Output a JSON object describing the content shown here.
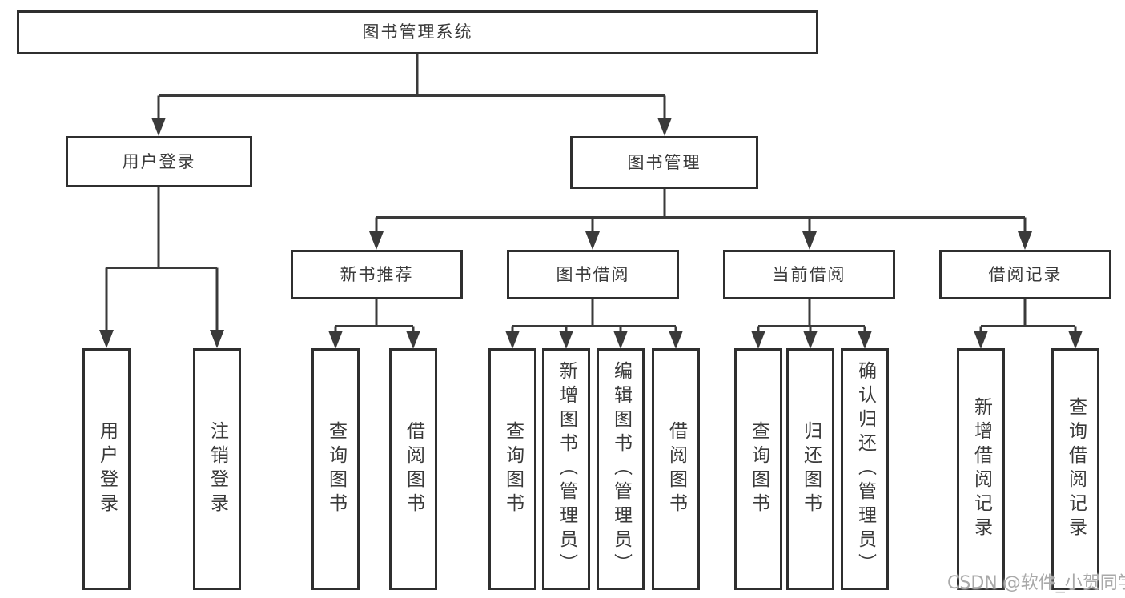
{
  "diagram": {
    "title": "图书管理系统",
    "root": {
      "label": "图书管理系统"
    },
    "level2": [
      {
        "label": "用户登录"
      },
      {
        "label": "图书管理"
      }
    ],
    "level3": [
      {
        "label": "新书推荐",
        "parent": "图书管理"
      },
      {
        "label": "图书借阅",
        "parent": "图书管理"
      },
      {
        "label": "当前借阅",
        "parent": "图书管理"
      },
      {
        "label": "借阅记录",
        "parent": "图书管理"
      }
    ],
    "leaves": [
      {
        "label": "用户登录",
        "parent": "用户登录"
      },
      {
        "label": "注销登录",
        "parent": "用户登录"
      },
      {
        "label": "查询图书",
        "parent": "新书推荐"
      },
      {
        "label": "借阅图书",
        "parent": "新书推荐"
      },
      {
        "label": "查询图书",
        "parent": "图书借阅"
      },
      {
        "label": "新增图书（管理员）",
        "parent": "图书借阅"
      },
      {
        "label": "编辑图书（管理员）",
        "parent": "图书借阅"
      },
      {
        "label": "借阅图书",
        "parent": "图书借阅"
      },
      {
        "label": "查询图书",
        "parent": "当前借阅"
      },
      {
        "label": "归还图书",
        "parent": "当前借阅"
      },
      {
        "label": "确认归还（管理员）",
        "parent": "当前借阅"
      },
      {
        "label": "新增借阅记录",
        "parent": "借阅记录"
      },
      {
        "label": "查询借阅记录",
        "parent": "借阅记录"
      }
    ]
  },
  "watermark": {
    "text": "CSDN @软件_小贺同学"
  },
  "colors": {
    "line": "#3a3a3a",
    "box_border": "#2f2f2f",
    "box_fill": "#ffffff",
    "text": "#3a3a3a",
    "watermark_text": "#a9a9a9",
    "background": "#ffffff"
  }
}
